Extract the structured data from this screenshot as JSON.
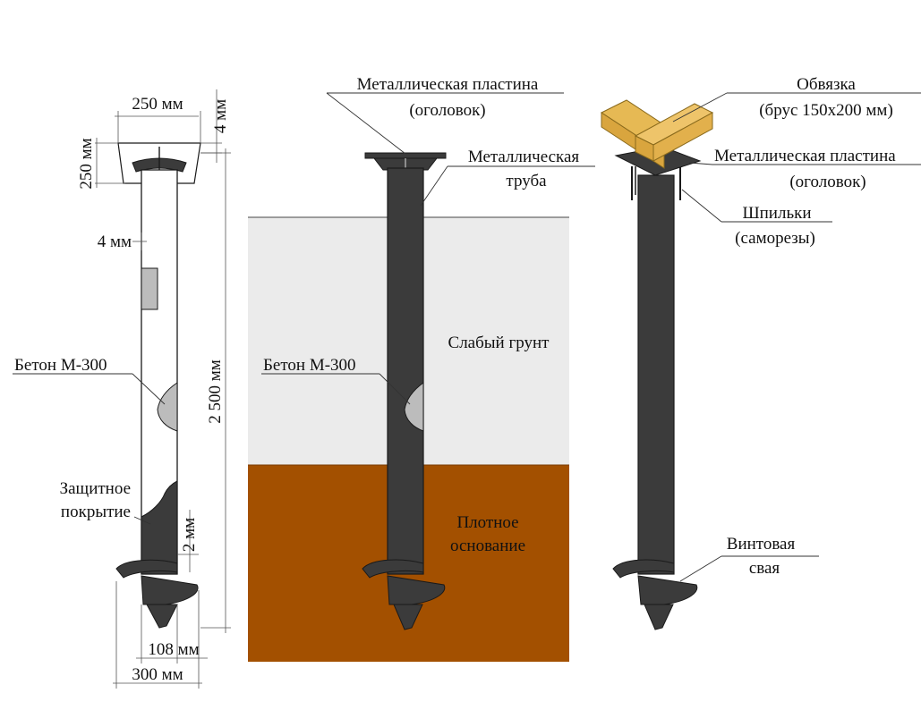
{
  "colors": {
    "weak_soil": "#ebebeb",
    "dense_soil": "#a35000",
    "pile_dark": "#3b3b3b",
    "pile_outline": "#1a1a1a",
    "concrete": "#bcbcbc",
    "timber": "#e6b954",
    "timber_edge": "#8a6a1c"
  },
  "left_pile": {
    "dim_top_width": "250 мм",
    "dim_top_height": "250 мм",
    "dim_plate_thickness": "4 мм",
    "dim_wall": "4 мм",
    "dim_length": "2 500 мм",
    "dim_coat": "2 мм",
    "dim_pipe_diameter": "108 мм",
    "dim_blade_diameter": "300 мм",
    "label_concrete": "Бетон М-300",
    "label_coating_line1": "Защитное",
    "label_coating_line2": "покрытие"
  },
  "middle_pile": {
    "label_plate_line1": "Металлическая пластина",
    "label_plate_line2": "(оголовок)",
    "label_pipe_line1": "Металлическая",
    "label_pipe_line2": "труба",
    "label_weak_soil": "Слабый грунт",
    "label_concrete": "Бетон М-300",
    "label_base_line1": "Плотное",
    "label_base_line2": "основание"
  },
  "right_pile": {
    "label_binding_line1": "Обвязка",
    "label_binding_line2": "(брус 150х200 мм)",
    "label_plate_line1": "Металлическая пластина",
    "label_plate_line2": "(оголовок)",
    "label_studs_line1": "Шпильки",
    "label_studs_line2": "(саморезы)",
    "label_pile_line1": "Винтовая",
    "label_pile_line2": "свая"
  }
}
